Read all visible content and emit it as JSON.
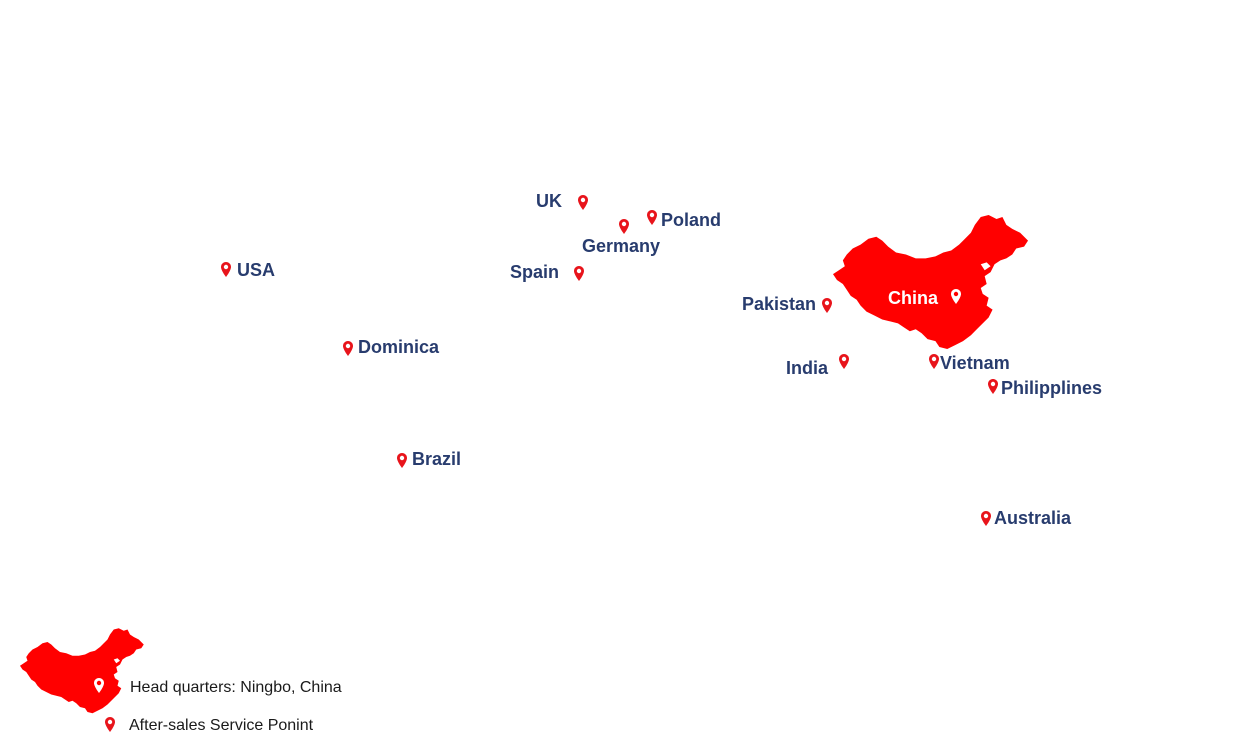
{
  "colors": {
    "pin": "#e8141b",
    "label": "#283c6e",
    "china": "#ff0000",
    "legend_text": "#1a1a1a"
  },
  "map": {
    "headquarters_label": "China",
    "locations": [
      {
        "id": "uk",
        "label": "UK"
      },
      {
        "id": "poland",
        "label": "Poland"
      },
      {
        "id": "germany",
        "label": "Germany"
      },
      {
        "id": "spain",
        "label": "Spain"
      },
      {
        "id": "usa",
        "label": "USA"
      },
      {
        "id": "dominica",
        "label": "Dominica"
      },
      {
        "id": "brazil",
        "label": "Brazil"
      },
      {
        "id": "pakistan",
        "label": "Pakistan"
      },
      {
        "id": "india",
        "label": "India"
      },
      {
        "id": "vietnam",
        "label": "Vietnam"
      },
      {
        "id": "philippines",
        "label": "Philipplines"
      },
      {
        "id": "australia",
        "label": "Australia"
      }
    ]
  },
  "legend": {
    "headquarters": "Head quarters: Ningbo, China",
    "service_point": "After-sales Service Ponint"
  }
}
